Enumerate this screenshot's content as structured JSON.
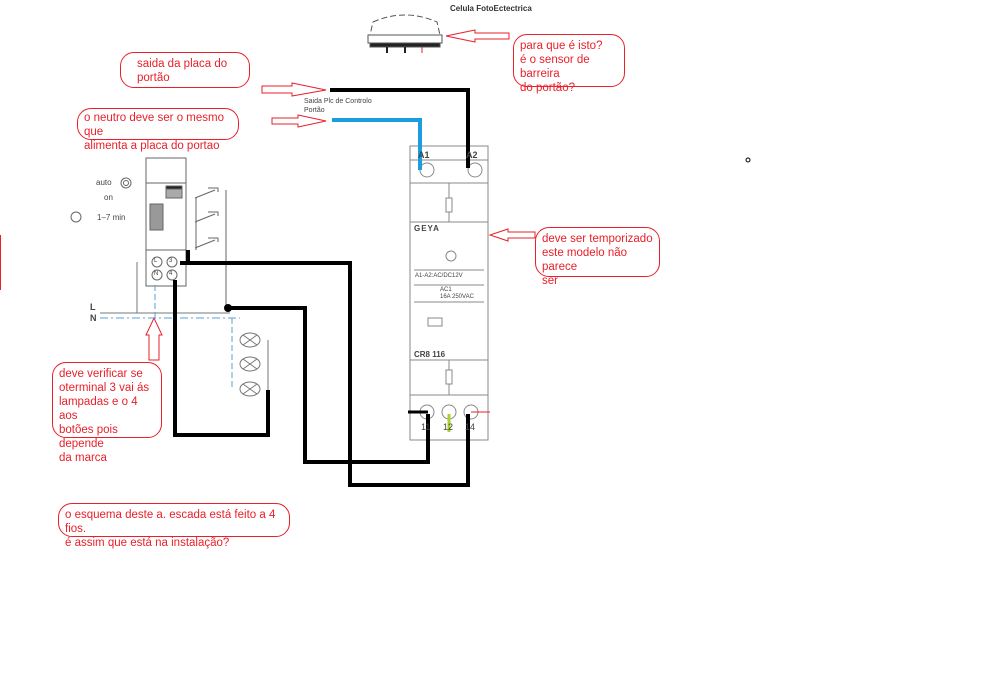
{
  "labels": {
    "photocell": "Celula FotoEctectrica",
    "plc_output": "Saida Plc de Controlo",
    "plc_output2": "Portão",
    "relay_brand": "GEYA",
    "relay_rating": "A1-A2:AC/DC12V",
    "relay_ac": "AC1",
    "relay_current": "16A 250VAC",
    "relay_model": "CR8 116",
    "relay_a1": "A1",
    "relay_a2": "A2",
    "relay_t11": "11",
    "relay_t12": "12",
    "relay_t14": "14",
    "timer_auto": "auto",
    "timer_on": "on",
    "timer_time": "1–7 min",
    "line_l": "L",
    "line_n": "N",
    "term_l": "L",
    "term_n": "N",
    "term_3": "3",
    "term_4": "4"
  },
  "notes": {
    "photocell_question": [
      "para que é isto?",
      "é o sensor de barreira",
      "do portão?"
    ],
    "gate_output": [
      "saida da placa do",
      "portão"
    ],
    "neutral": [
      "o neutro deve ser o mesmo que",
      "alimenta a placa do portao"
    ],
    "timed": [
      "deve ser temporizado",
      "este modelo não parece",
      "ser"
    ],
    "terminal": [
      "deve verificar se",
      "oterminal 3 vai ás",
      "lampadas e o 4 aos",
      "botões pois depende",
      "da marca"
    ],
    "four_wire": [
      "o esquema deste a. escada está feito a 4 fios.",
      "é assim que está na instalação?"
    ]
  },
  "colors": {
    "note": "#e8202a",
    "blue_wire": "#1a9ee0",
    "black_wire": "#000000"
  }
}
